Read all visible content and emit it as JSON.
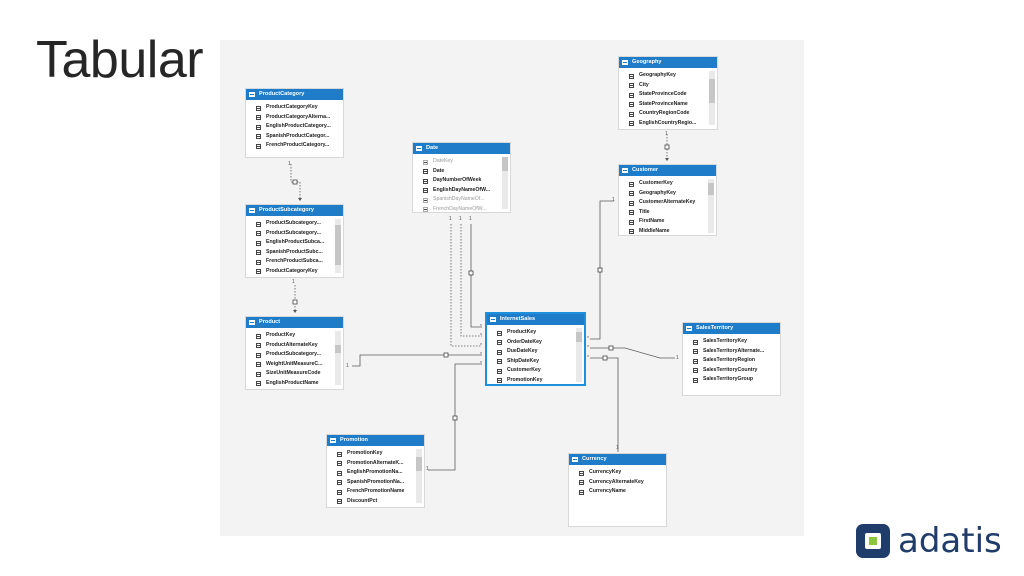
{
  "slide": {
    "title": "Tabular"
  },
  "logo": {
    "text": "adatis",
    "colors": {
      "primary": "#1f3c6a",
      "accent": "#8cc63f"
    }
  },
  "theme": {
    "header": "#1e7cc8",
    "selected_border": "#1e8fdb",
    "canvas": "#f3f3f3"
  },
  "tables": [
    {
      "name": "ProductCategory",
      "columns": [
        "ProductCategoryKey",
        "ProductCategoryAlterna...",
        "EnglishProductCategory...",
        "SpanishProductCategor...",
        "FrenchProductCategory..."
      ]
    },
    {
      "name": "Date",
      "columns": [
        "DateKey",
        "Date",
        "DayNumberOfWeek",
        "EnglishDayNameOfW...",
        "SpanishDayNameOf...",
        "FrenchDayNameOfW..."
      ]
    },
    {
      "name": "Geography",
      "columns": [
        "GeographyKey",
        "City",
        "StateProvinceCode",
        "StateProvinceName",
        "CountryRegionCode",
        "EnglishCountryRegio..."
      ]
    },
    {
      "name": "Customer",
      "columns": [
        "CustomerKey",
        "GeographyKey",
        "CustomerAlternateKey",
        "Title",
        "FirstName",
        "MiddleName"
      ]
    },
    {
      "name": "ProductSubcategory",
      "columns": [
        "ProductSubcategory...",
        "ProductSubcategory...",
        "EnglishProductSubca...",
        "SpanishProductSubc...",
        "FrenchProductSubca...",
        "ProductCategoryKey"
      ]
    },
    {
      "name": "Product",
      "columns": [
        "ProductKey",
        "ProductAlternateKey",
        "ProductSubcategory...",
        "WeightUnitMeasureC...",
        "SizeUnitMeasureCode",
        "EnglishProductName"
      ]
    },
    {
      "name": "InternetSales",
      "columns": [
        "ProductKey",
        "OrderDateKey",
        "DueDateKey",
        "ShipDateKey",
        "CustomerKey",
        "PromotionKey"
      ]
    },
    {
      "name": "SalesTerritory",
      "columns": [
        "SalesTerritoryKey",
        "SalesTerritoryAlternate...",
        "SalesTerritoryRegion",
        "SalesTerritoryCountry",
        "SalesTerritoryGroup"
      ]
    },
    {
      "name": "Promotion",
      "columns": [
        "PromotionKey",
        "PromotionAlternateK...",
        "EnglishPromotionNa...",
        "SpanishPromotionNa...",
        "FrenchPromotionName",
        "DiscountPct"
      ]
    },
    {
      "name": "Currency",
      "columns": [
        "CurrencyKey",
        "CurrencyAlternateKey",
        "CurrencyName"
      ]
    }
  ],
  "cardinality": {
    "one": "1",
    "many": "*"
  }
}
